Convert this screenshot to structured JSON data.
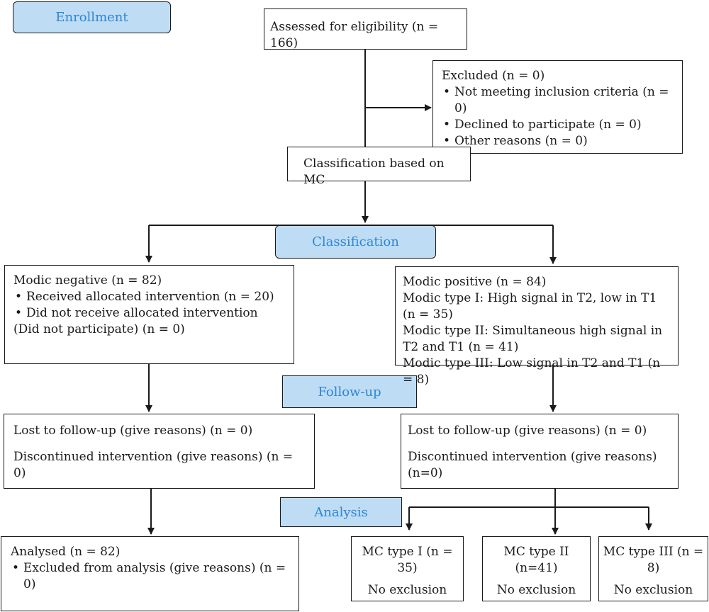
{
  "stages": {
    "enrollment": "Enrollment",
    "classification": "Classification",
    "followup": "Follow-up",
    "analysis": "Analysis"
  },
  "assessed": "Assessed for eligibility (n = 166)",
  "excluded": {
    "title": "Excluded (n = 0)",
    "items": [
      "Not meeting inclusion criteria (n = 0)",
      "Declined to participate (n = 0)",
      "Other reasons (n = 0)"
    ]
  },
  "classification_box": "Classification based on MC",
  "modic_negative": {
    "title": "Modic negative (n = 82)",
    "item1": "Received allocated intervention (n = 20)",
    "item2_line1": "Did not receive allocated intervention",
    "item2_line2": "(Did not participate) (n = 0)"
  },
  "modic_positive": {
    "title": "Modic positive (n = 84)",
    "lines": [
      "Modic type I: High signal in T2, low in T1 (n = 35)",
      "Modic type II: Simultaneous high signal in",
      "T2 and T1 (n = 41)",
      "Modic type III: Low signal in T2 and T1 (n = 8)"
    ]
  },
  "followup_left": {
    "lost": "Lost to follow-up (give reasons) (n = 0)",
    "discontinued": "Discontinued intervention (give reasons) (n = 0)"
  },
  "followup_right": {
    "lost": "Lost to follow-up (give reasons) (n = 0)",
    "discontinued": "Discontinued intervention (give reasons) (n=0)"
  },
  "analysed": {
    "title": "Analysed (n = 82)",
    "item": "Excluded from analysis (give reasons) (n = 0)"
  },
  "mc_types": [
    {
      "title": "MC type I (n = 35)",
      "note": "No exclusion"
    },
    {
      "title": "MC type II (n=41)",
      "note": "No exclusion"
    },
    {
      "title": "MC type III (n = 8)",
      "note": "No exclusion"
    }
  ],
  "colors": {
    "stage_fill": "#bfdcf5",
    "stage_text": "#2e86d1",
    "line": "#1a1a1a"
  }
}
